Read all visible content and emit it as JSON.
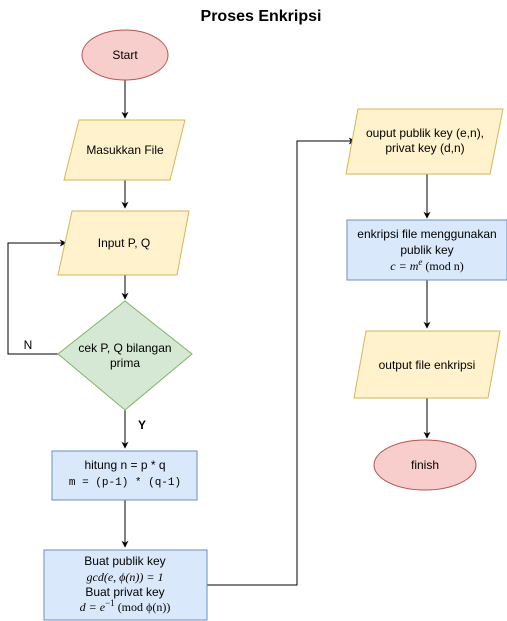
{
  "title": "Proses Enkripsi",
  "nodes": {
    "start": {
      "label": "Start"
    },
    "masukkan_file": {
      "label": "Masukkan File"
    },
    "input_pq": {
      "label": "Input P, Q"
    },
    "cek_prima": {
      "line1": "cek P, Q bilangan",
      "line2": "prima"
    },
    "hitung_n": {
      "line1": "hitung n = p * q",
      "line2": "m = (p-1) * (q-1)"
    },
    "buat_kunci": {
      "line1": "Buat publik key",
      "formula1": "gcd(e, ϕ(n)) = 1",
      "line2": "Buat privat key",
      "formula2_pre": "d = e",
      "formula2_exp": "−1",
      "formula2_post": " (mod ϕ(n))"
    },
    "output_key": {
      "line1": "ouput publik key (e,n),",
      "line2": "privat key (d,n)"
    },
    "enkripsi": {
      "line1": "enkripsi file menggunakan",
      "line2": "publik key",
      "formula_pre": "c = m",
      "formula_exp": "e",
      "formula_post": " (mod n)"
    },
    "output_file": {
      "label": "output file enkripsi"
    },
    "finish": {
      "label": "finish"
    }
  },
  "edge_labels": {
    "no": "N",
    "yes": "Y"
  },
  "colors": {
    "terminal_fill": "#f8cecc",
    "terminal_stroke": "#b85450",
    "io_fill": "#fff2cc",
    "io_stroke": "#d6b656",
    "decision_fill": "#d5e8d4",
    "decision_stroke": "#82b366",
    "process_fill": "#dae8fc",
    "process_stroke": "#6c8ebf"
  }
}
